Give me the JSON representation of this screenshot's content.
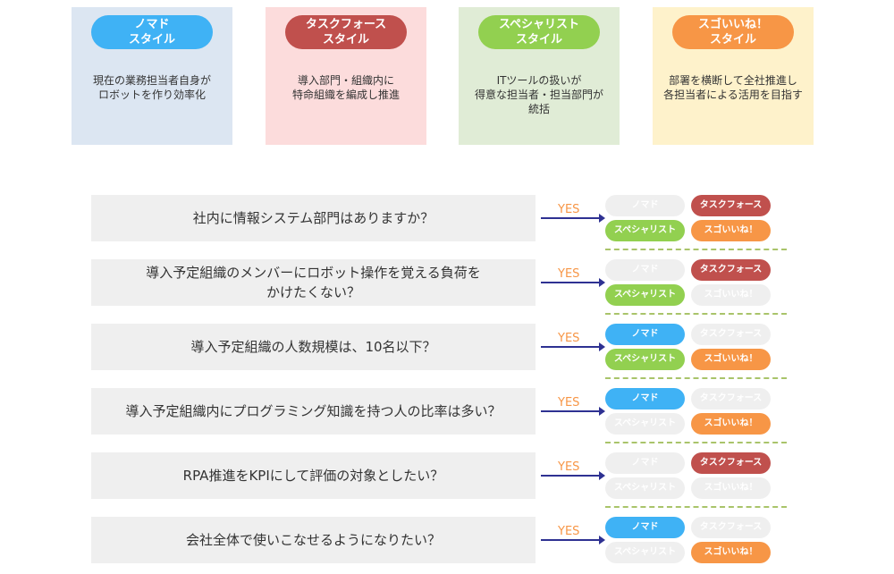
{
  "colors": {
    "nomad": "#3fb2f5",
    "task": "#c0504d",
    "spec": "#92d050",
    "sugoi": "#f79646"
  },
  "styles": [
    {
      "key": "nomad",
      "line1": "ノマド",
      "line2": "スタイル",
      "desc1": "現在の業務担当者自身が",
      "desc2": "ロボットを作り効率化",
      "desc3": "",
      "bg": "#dce6f2"
    },
    {
      "key": "task",
      "line1": "タスクフォース",
      "line2": "スタイル",
      "desc1": "導入部門・組織内に",
      "desc2": "特命組織を編成し推進",
      "desc3": "",
      "bg": "#fcdcdc"
    },
    {
      "key": "spec",
      "line1": "スペシャリスト",
      "line2": "スタイル",
      "desc1": "ITツールの扱いが",
      "desc2": "得意な担当者・担当部門が",
      "desc3": "統括",
      "bg": "#e0ecd6"
    },
    {
      "key": "sugoi",
      "line1": "スゴいいね！",
      "line2": "スタイル",
      "desc1": "部署を横断して全社推進し",
      "desc2": "各担当者による活用を目指す",
      "desc3": "",
      "bg": "#fef2cb"
    }
  ],
  "badge_labels": {
    "nomad": "ノマド",
    "task": "タスクフォース",
    "spec": "スペシャリスト",
    "sugoi": "スゴいいね！"
  },
  "yes_label": "YES",
  "questions": [
    {
      "line1": "社内に情報システム部門はありますか？",
      "line2": "",
      "active": {
        "nomad": false,
        "task": true,
        "spec": true,
        "sugoi": true
      }
    },
    {
      "line1": "導入予定組織のメンバーにロボット操作を覚える負荷を",
      "line2": "かけたくない？",
      "active": {
        "nomad": false,
        "task": true,
        "spec": true,
        "sugoi": false
      }
    },
    {
      "line1": "導入予定組織の人数規模は、10名以下？",
      "line2": "",
      "active": {
        "nomad": true,
        "task": false,
        "spec": true,
        "sugoi": true
      }
    },
    {
      "line1": "導入予定組織内にプログラミング知識を持つ人の比率は多い？",
      "line2": "",
      "active": {
        "nomad": true,
        "task": false,
        "spec": false,
        "sugoi": true
      }
    },
    {
      "line1": "RPA推進をKPIにして評価の対象としたい？",
      "line2": "",
      "active": {
        "nomad": false,
        "task": true,
        "spec": false,
        "sugoi": false
      }
    },
    {
      "line1": "会社全体で使いこなせるようになりたい？",
      "line2": "",
      "active": {
        "nomad": true,
        "task": false,
        "spec": false,
        "sugoi": true
      }
    }
  ]
}
